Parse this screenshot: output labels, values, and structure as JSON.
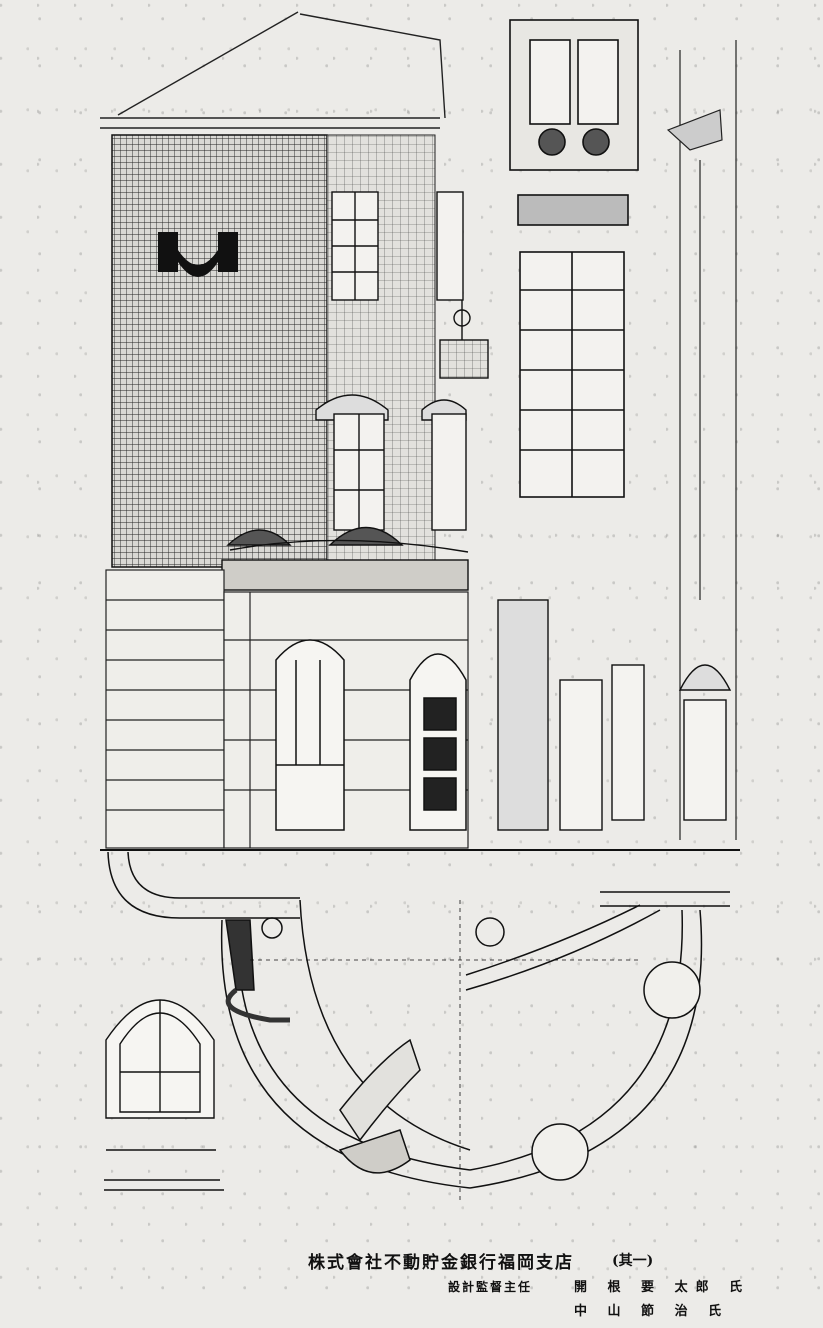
{
  "caption": {
    "title": "株式會社不動貯金銀行福岡支店",
    "title_number": "(其一)",
    "role_label": "設計監督主任",
    "designers": [
      "開 根 要 太郎 氏",
      "中 山 節 治 氏"
    ]
  },
  "drawing": {
    "description_icon": "architectural-elevation-and-plan-icon"
  }
}
